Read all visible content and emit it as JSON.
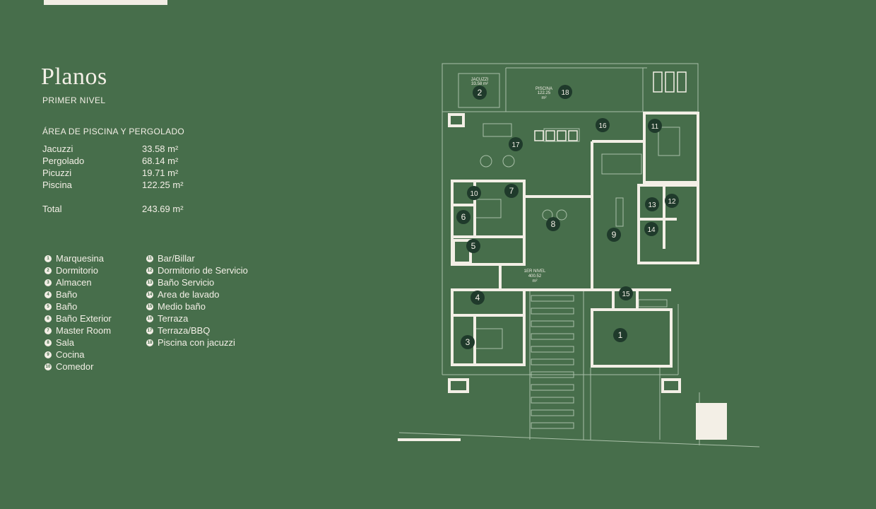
{
  "page": {
    "title": "Planos",
    "subtitle": "PRIMER NIVEL",
    "section_title": "ÁREA DE PISCINA Y PERGOLADO"
  },
  "areas": [
    {
      "label": "Jacuzzi",
      "value": "33.58 m²"
    },
    {
      "label": "Pergolado",
      "value": "68.14 m²"
    },
    {
      "label": "Picuzzi",
      "value": "19.71 m²"
    },
    {
      "label": "Piscina",
      "value": "122.25 m²"
    }
  ],
  "total": {
    "label": "Total",
    "value": "243.69 m²"
  },
  "legend_left": [
    {
      "num": "1",
      "label": "Marquesina"
    },
    {
      "num": "2",
      "label": "Dormitorio"
    },
    {
      "num": "3",
      "label": "Almacen"
    },
    {
      "num": "4",
      "label": "Baño"
    },
    {
      "num": "5",
      "label": "Baño"
    },
    {
      "num": "6",
      "label": "Baño Exterior"
    },
    {
      "num": "7",
      "label": "Master Room"
    },
    {
      "num": "8",
      "label": "Sala"
    },
    {
      "num": "9",
      "label": "Cocina"
    },
    {
      "num": "10",
      "label": "Comedor"
    }
  ],
  "legend_right": [
    {
      "num": "11",
      "label": "Bar/Billar"
    },
    {
      "num": "12",
      "label": "Dormitorio de Servicio"
    },
    {
      "num": "13",
      "label": "Baño Servicio"
    },
    {
      "num": "14",
      "label": "Area de lavado"
    },
    {
      "num": "15",
      "label": "Medio baño"
    },
    {
      "num": "16",
      "label": "Terraza"
    },
    {
      "num": "17",
      "label": "Terraza/BBQ"
    },
    {
      "num": "18",
      "label": "Piscina con jacuzzi"
    }
  ],
  "plan_labels": {
    "jacuzzi_name": "JACUZZI",
    "jacuzzi_area": "33.58 m²",
    "piscina_name": "PISCINA",
    "piscina_area": "122.25",
    "piscina_unit": "m²",
    "nivel_name": "1ER NIVEL",
    "nivel_area": "400.52",
    "nivel_unit": "m²"
  },
  "room_markers": [
    "1",
    "2",
    "3",
    "4",
    "5",
    "6",
    "7",
    "8",
    "9",
    "10",
    "11",
    "12",
    "13",
    "14",
    "15",
    "16",
    "17",
    "18"
  ],
  "colors": {
    "background": "#476e4b",
    "wall": "#f3efe6",
    "marker": "#1f3a2b",
    "thin_line": "#a9bfa8"
  }
}
